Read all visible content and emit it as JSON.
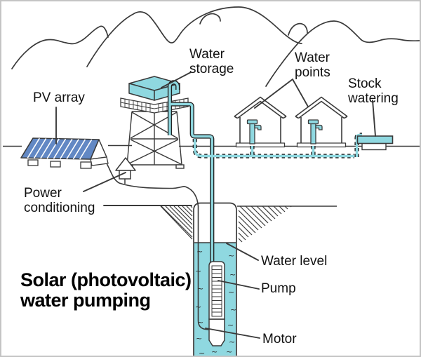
{
  "diagram": {
    "title": {
      "line1": "Solar (photovoltaic)",
      "line2": "water pumping"
    },
    "labels": {
      "water_storage": {
        "line1": "Water",
        "line2": "storage"
      },
      "water_points": {
        "line1": "Water",
        "line2": "points"
      },
      "stock_watering": {
        "line1": "Stock",
        "line2": "watering"
      },
      "pv_array": "PV array",
      "power_conditioning": {
        "line1": "Power",
        "line2": "conditioning"
      },
      "water_level": "Water level",
      "pump": "Pump",
      "motor": "Motor"
    },
    "colors": {
      "water_cyan": "#8fd8e0",
      "panel_blue": "#6288c4",
      "line_dark": "#3a3a3a",
      "text": "#111111"
    }
  }
}
